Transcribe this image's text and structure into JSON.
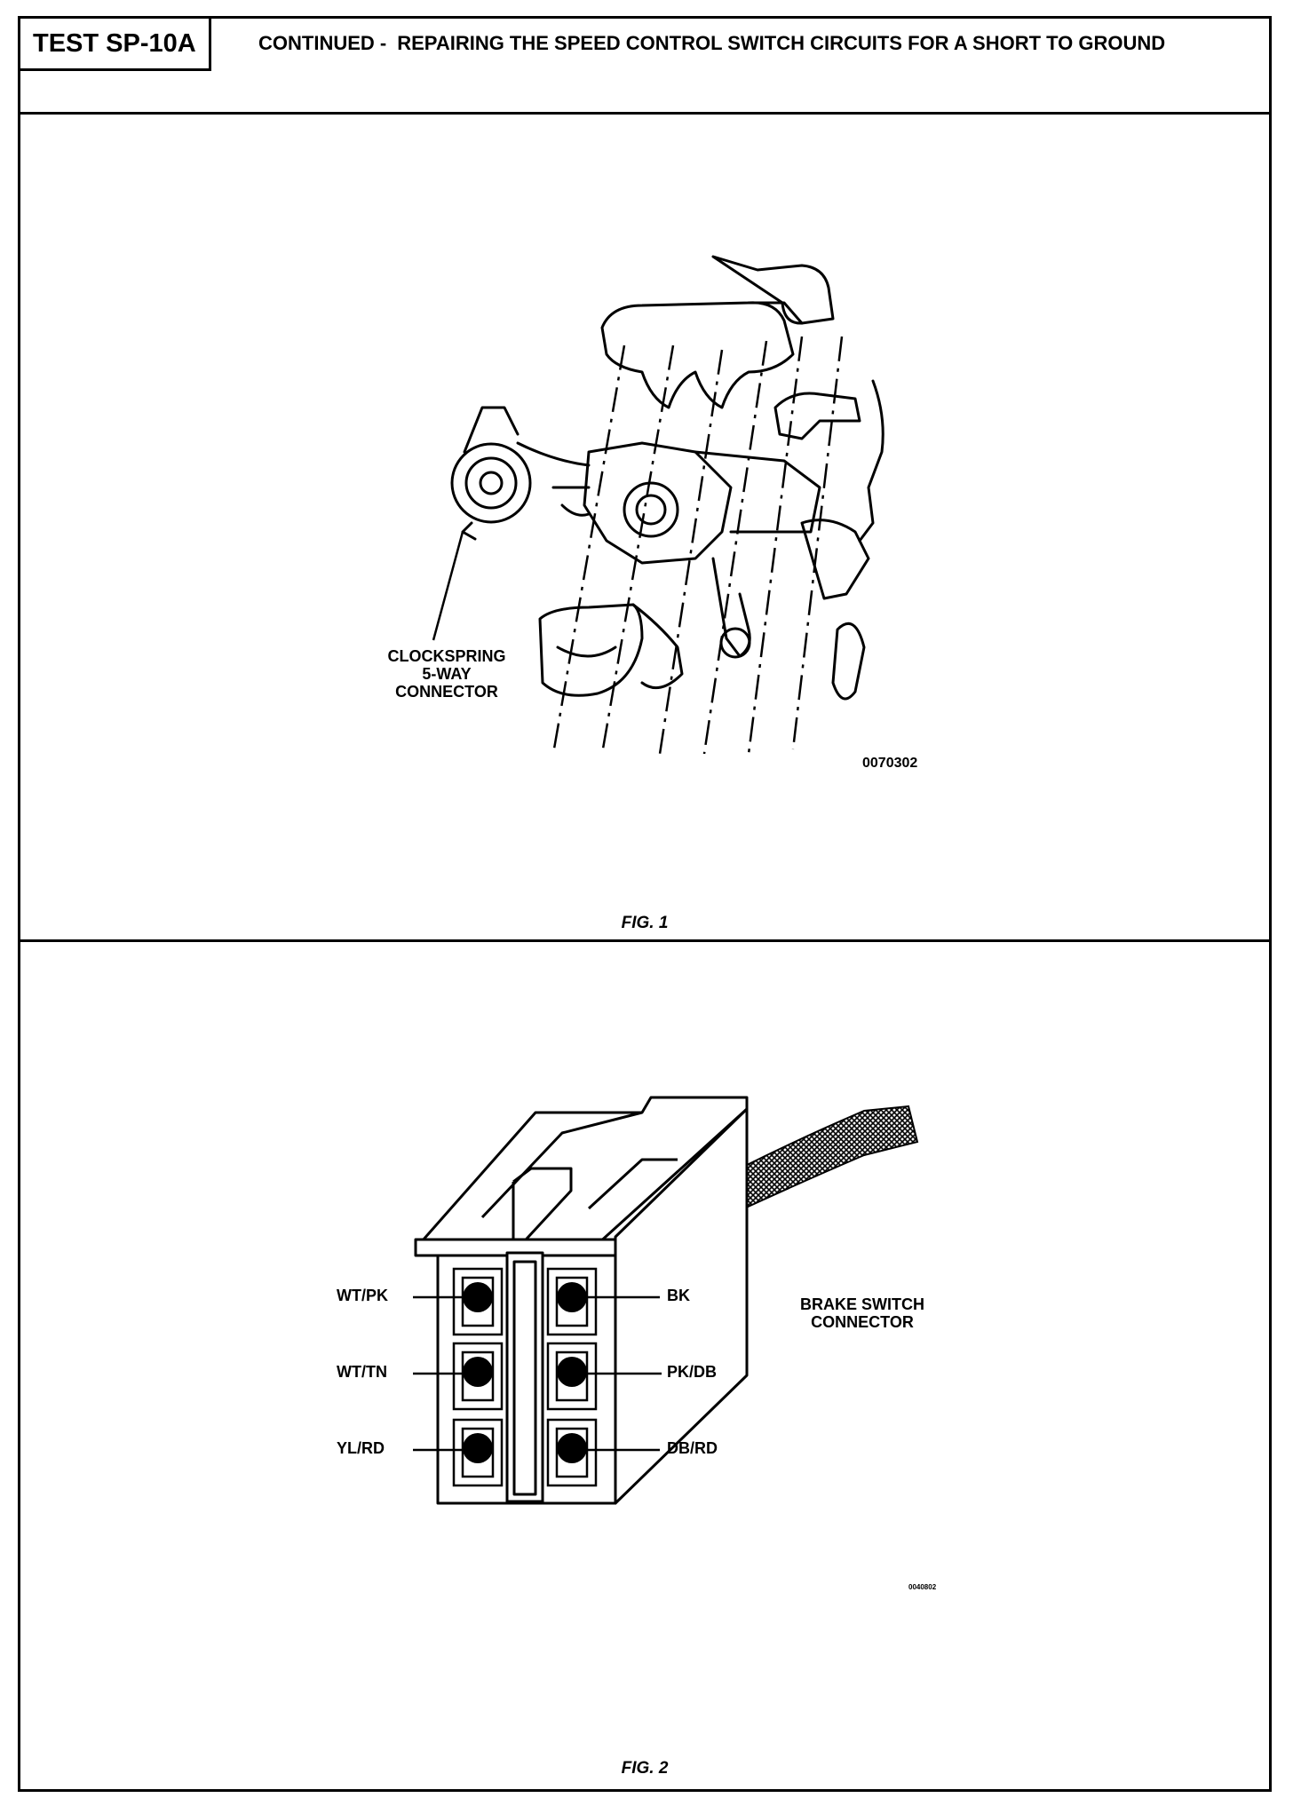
{
  "header": {
    "test_id": "TEST SP-10A",
    "continued": "CONTINUED -",
    "title": "REPAIRING THE SPEED CONTROL SWITCH CIRCUITS FOR A SHORT TO GROUND"
  },
  "fig1": {
    "callout": [
      "CLOCKSPRING",
      "5-WAY",
      "CONNECTOR"
    ],
    "code": "0070302",
    "caption": "FIG. 1"
  },
  "fig2": {
    "connector_label": [
      "BRAKE SWITCH",
      "CONNECTOR"
    ],
    "wires_left": [
      "WT/PK",
      "WT/TN",
      "YL/RD"
    ],
    "wires_right": [
      "BK",
      "PK/DB",
      "DB/RD"
    ],
    "code": "0040802",
    "caption": "FIG. 2"
  }
}
